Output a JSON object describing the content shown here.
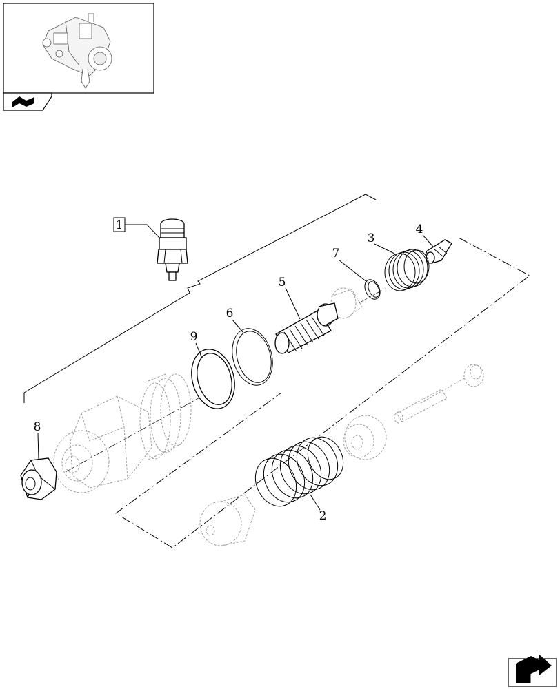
{
  "thumbnail": {
    "icon": "hydraulic-pump-thumbnail"
  },
  "back_nav": {
    "icon": "page-back-icon"
  },
  "next_nav": {
    "icon": "page-next-icon"
  },
  "parts": {
    "p1": "1",
    "p2": "2",
    "p3": "3",
    "p4": "4",
    "p5": "5",
    "p6": "6",
    "p7": "7",
    "p8": "8",
    "p9": "9"
  }
}
